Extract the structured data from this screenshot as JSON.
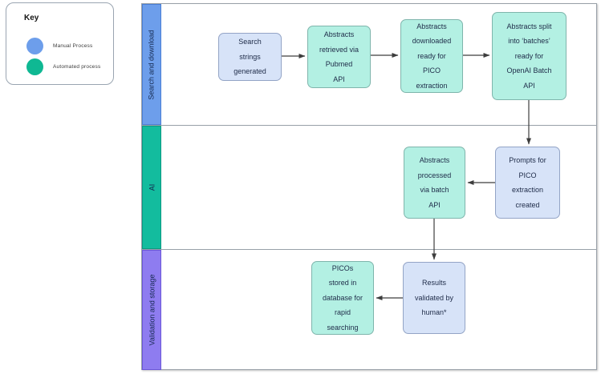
{
  "key": {
    "title": "Key",
    "items": [
      {
        "label": "Manual Process",
        "color": "#6D9EEB",
        "type": "manual"
      },
      {
        "label": "Automated process",
        "color": "#0FB893",
        "type": "automated"
      }
    ]
  },
  "lanes": [
    {
      "label": "Search and download",
      "color": "#6D9EEB"
    },
    {
      "label": "AI",
      "color": "#13BC9E"
    },
    {
      "label": "Validation and storage",
      "color": "#8E7CF0"
    }
  ],
  "nodes": [
    {
      "id": "search-strings",
      "label": "Search\nstrings\ngenerated",
      "type": "manual",
      "lane": "Search and download"
    },
    {
      "id": "abstracts-retrieved",
      "label": "Abstracts\nretrieved via\nPubmed\nAPI",
      "type": "automated",
      "lane": "Search and download"
    },
    {
      "id": "abstracts-downloaded",
      "label": "Abstracts\ndownloaded\nready for\nPICO\nextraction",
      "type": "automated",
      "lane": "Search and download"
    },
    {
      "id": "abstracts-split",
      "label": "Abstracts split\ninto ‘batches’\nready for\nOpenAI Batch\nAPI",
      "type": "automated",
      "lane": "Search and download"
    },
    {
      "id": "prompts-created",
      "label": "Prompts for\nPICO\nextraction\ncreated",
      "type": "manual",
      "lane": "AI"
    },
    {
      "id": "abstracts-processed",
      "label": "Abstracts\nprocessed\nvia batch\nAPI",
      "type": "automated",
      "lane": "AI"
    },
    {
      "id": "picos-stored",
      "label": "PICOs\nstored in\ndatabase for\nrapid\nsearching",
      "type": "automated",
      "lane": "Validation and storage"
    },
    {
      "id": "results-validated",
      "label": "Results\nvalidated by\nhuman*",
      "type": "manual",
      "lane": "Validation and storage"
    }
  ],
  "edges": [
    {
      "from": "search-strings",
      "to": "abstracts-retrieved"
    },
    {
      "from": "abstracts-retrieved",
      "to": "abstracts-downloaded"
    },
    {
      "from": "abstracts-downloaded",
      "to": "abstracts-split"
    },
    {
      "from": "abstracts-split",
      "to": "prompts-created"
    },
    {
      "from": "prompts-created",
      "to": "abstracts-processed"
    },
    {
      "from": "abstracts-processed",
      "to": "results-validated"
    },
    {
      "from": "results-validated",
      "to": "picos-stored"
    }
  ],
  "colors": {
    "manual_fill": "#D7E3F8",
    "manual_border": "#93a4c6",
    "automated_fill": "#B3F0E3",
    "automated_border": "#7fb5ac",
    "lane_search": "#6D9EEB",
    "lane_ai": "#13BC9E",
    "lane_validation": "#8E7CF0",
    "arrow": "#3d3d3d",
    "frame_border": "#98a0a8"
  }
}
